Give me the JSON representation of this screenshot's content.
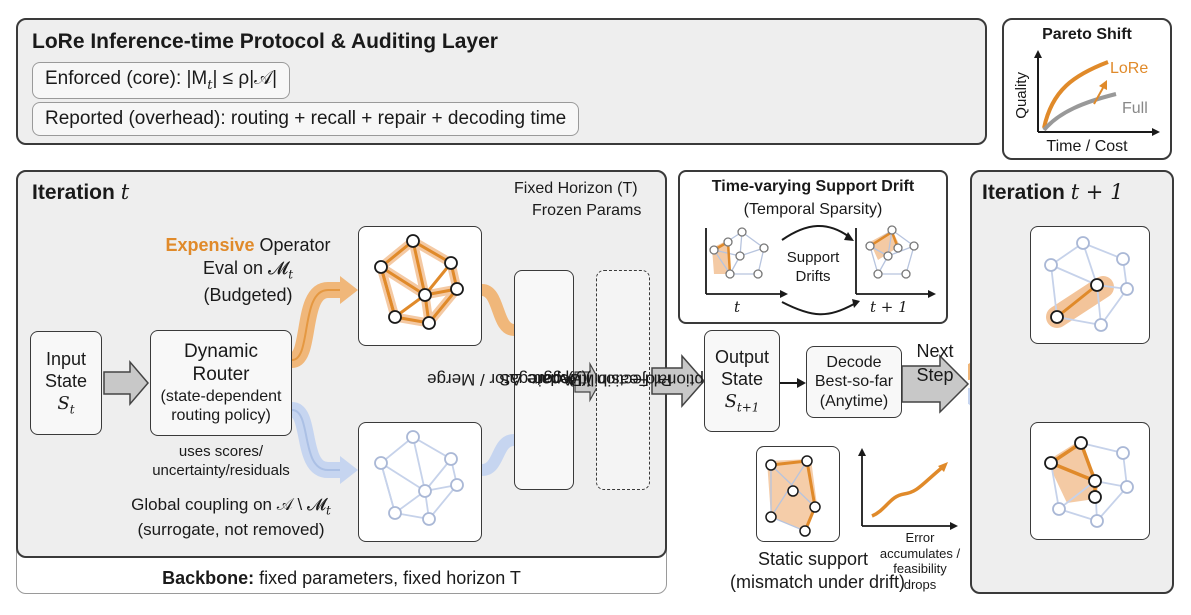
{
  "protocol": {
    "title": "LoRe Inference-time Protocol & Auditing Layer",
    "enforced": "Enforced (core): |M",
    "enforced_sub": "t",
    "enforced_tail": "| ≤ ρ|𝒜|",
    "reported": "Reported (overhead): routing + recall + repair + decoding time"
  },
  "pareto": {
    "title": "Pareto Shift",
    "ylabel": "Quality",
    "xlabel": "Time / Cost",
    "series_lore": "LoRe",
    "series_full": "Full",
    "color_lore": "#e08a2a",
    "color_full": "#999999"
  },
  "iteration_t": {
    "title": "Iteration",
    "var": "t",
    "fixed_horizon": "Fixed Horizon (T)",
    "frozen_params": "Frozen Params",
    "expensive_word": "Expensive",
    "expensive_rest": "Operator",
    "eval_on": "Eval on 𝓜",
    "eval_sub": "t",
    "budgeted": "(Budgeted)",
    "input_l1": "Input",
    "input_l2": "State",
    "input_var": "S",
    "input_sub": "t",
    "router_l1": "Dynamic",
    "router_l2": "Router",
    "router_l3": "(state-dependent",
    "router_l4": "routing policy)",
    "uses_scores_1": "uses scores/",
    "uses_scores_2": "uncertainty/residuals",
    "global_1": "Global coupling on 𝒜 \\ 𝓜",
    "global_sub": "t",
    "global_2": "(surrogate, not removed)",
    "aggregator_1": "Aggregator / Merge",
    "aggregator_2": "(Update ΔS",
    "aggregator_sub": "t",
    "aggregator_close": ")",
    "projection_1": "Projection / Repair",
    "projection_2": "(Optional Feasibility)",
    "backbone_bold": "Backbone:",
    "backbone_rest": "fixed parameters, fixed horizon T"
  },
  "drift": {
    "title": "Time-varying Support Drift",
    "subtitle": "(Temporal Sparsity)",
    "support_1": "Support",
    "support_2": "Drifts",
    "axis_t": "t",
    "axis_t1": "t + 1"
  },
  "output": {
    "l1": "Output",
    "l2": "State",
    "var": "S",
    "sub": "t+1",
    "decode_1": "Decode",
    "decode_2": "Best-so-far",
    "decode_3": "(Anytime)",
    "next_1": "Next",
    "next_2": "Step"
  },
  "static": {
    "label_1": "Static support",
    "label_2": "(mismatch under drift)",
    "error_1": "Error",
    "error_2": "accumulates /",
    "error_3": "feasibility",
    "error_4": "drops"
  },
  "iteration_t1": {
    "title": "Iteration",
    "var": "t + 1"
  },
  "colors": {
    "orange": "#e08a2a",
    "orange_fill": "#f3c49a",
    "blue": "#9fb6e0",
    "blue_node": "#aab8d6"
  }
}
